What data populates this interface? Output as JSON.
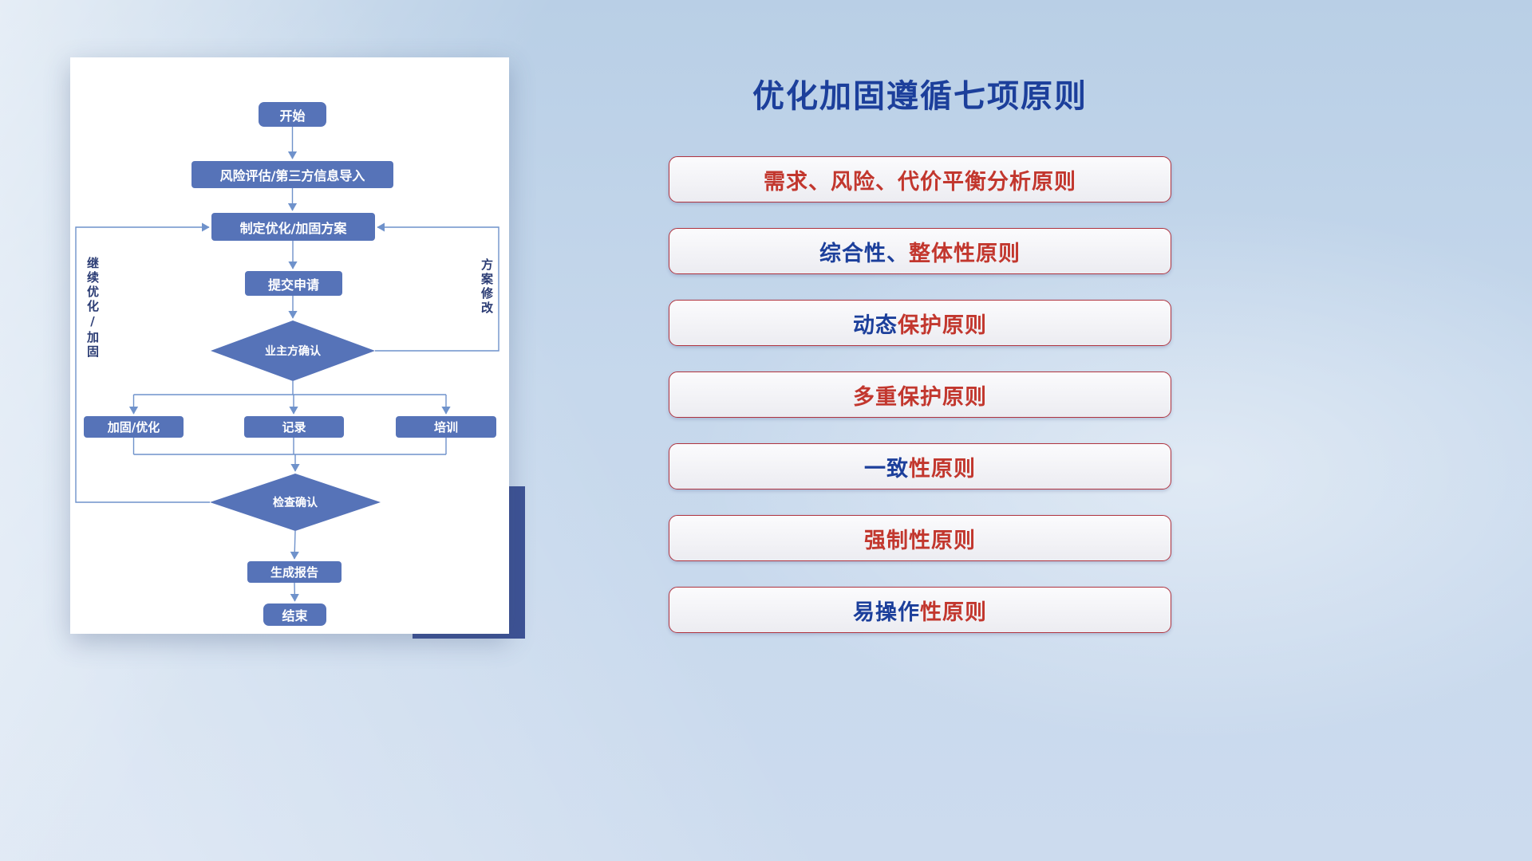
{
  "card": {
    "flowchart": {
      "nodes": {
        "start": "开始",
        "risk_import": "风险评估/第三方信息导入",
        "make_plan": "制定优化/加固方案",
        "submit": "提交申请",
        "owner_confirm": "业主方确认",
        "harden": "加固/优化",
        "record": "记录",
        "training": "培训",
        "check_confirm": "检查确认",
        "report": "生成报告",
        "end": "结束"
      },
      "labels": {
        "left_loop": "继续优化/加固",
        "right_loop": "方案修改"
      }
    }
  },
  "principles": {
    "title": "优化加固遵循七项原则",
    "items": [
      {
        "segments": [
          {
            "text": "需求、风险、代价平衡分析原则",
            "color": "#c2372e"
          }
        ]
      },
      {
        "segments": [
          {
            "text": "综合性、",
            "color": "#1c3f9b"
          },
          {
            "text": "整体性原则",
            "color": "#c2372e"
          }
        ]
      },
      {
        "segments": [
          {
            "text": "动态",
            "color": "#1c3f9b"
          },
          {
            "text": "保护原则",
            "color": "#c2372e"
          }
        ]
      },
      {
        "segments": [
          {
            "text": "多重保护原则",
            "color": "#c2372e"
          }
        ]
      },
      {
        "segments": [
          {
            "text": "一致",
            "color": "#1c3f9b"
          },
          {
            "text": "性原则",
            "color": "#c2372e"
          }
        ]
      },
      {
        "segments": [
          {
            "text": "强制性原则",
            "color": "#c2372e"
          }
        ]
      },
      {
        "segments": [
          {
            "text": "易操作",
            "color": "#1c3f9b"
          },
          {
            "text": "性原则",
            "color": "#c2372e"
          }
        ]
      }
    ]
  },
  "colors": {
    "node_fill": "#5673b8",
    "connector": "#6f92cb",
    "title": "#1c3f9b",
    "accent_red": "#c2372e",
    "accent_block": "#3d5295"
  }
}
